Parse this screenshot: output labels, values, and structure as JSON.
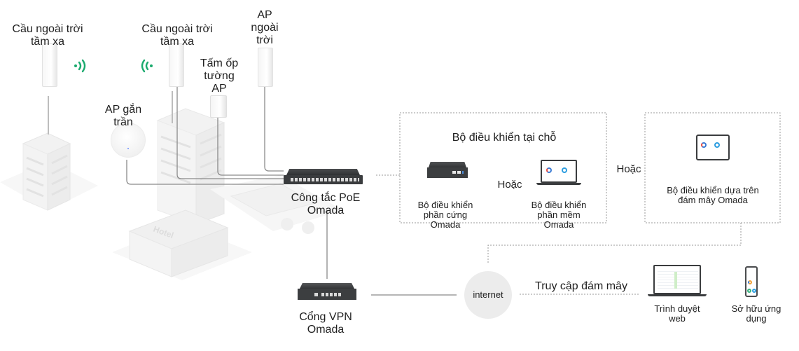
{
  "labels": {
    "bridge_left": "Cầu ngoài trời\ntầm xa",
    "bridge_right": "Cầu ngoài trời\ntầm xa",
    "outdoor_ap": "AP\nngoài\ntrời",
    "wall_plate_ap": "Tấm ốp\ntường\nAP",
    "ceiling_ap": "AP gắn\ntrần",
    "poe_switch": "Công tắc PoE\nOmada",
    "vpn_gateway": "Cổng VPN\nOmada",
    "local_controller_title": "Bộ điều khiển tại chỗ",
    "hardware_controller": "Bộ điều khiển\nphần cứng\nOmada",
    "software_controller": "Bộ điều khiển\nphần mềm\nOmada",
    "or_inner": "Hoặc",
    "or_outer": "Hoặc",
    "cloud_controller": "Bộ điều khiển dựa trên\nđám mây Omada",
    "internet": "internet",
    "cloud_access": "Truy cập đám mây",
    "web_browser": "Trình duyệt\nweb",
    "app": "Sở hữu ứng\ndụng",
    "hotel_sign": "Hotel"
  },
  "colors": {
    "signal_green": "#1aaa6e",
    "device_dark": "#3a3c3e",
    "line_gray": "#8a8a8a",
    "dotted_gray": "#9a9a9a",
    "internet_bubble": "#ececec",
    "building_fill": "#f4f4f4"
  },
  "icons": {
    "signal_left": "wifi-signal-right-icon",
    "signal_right": "wifi-signal-left-icon"
  }
}
